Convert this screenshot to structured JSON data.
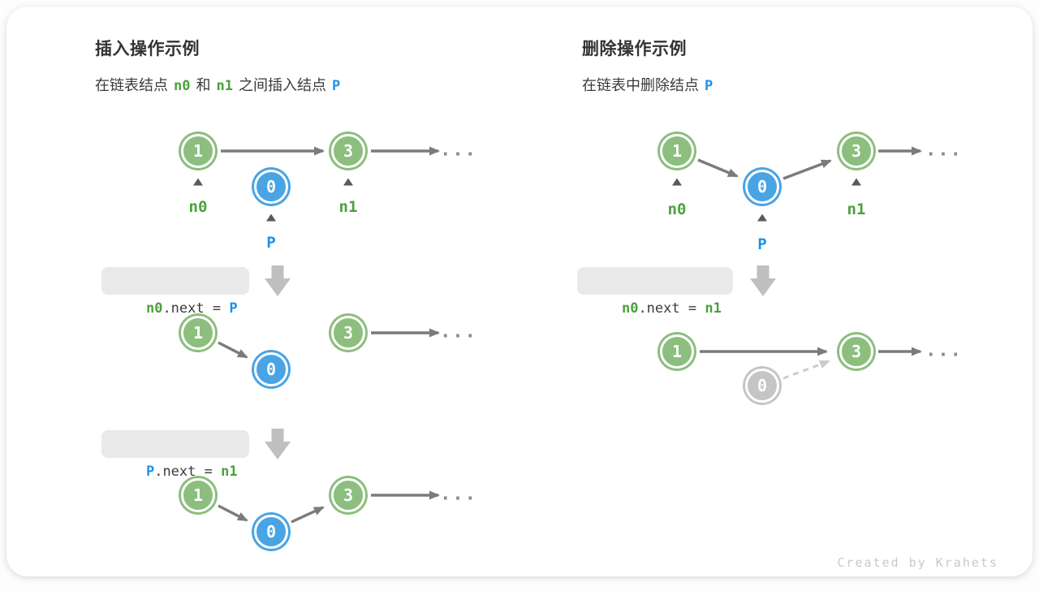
{
  "colors": {
    "green": "#8CBE7E",
    "blue": "#49A4E4",
    "gray-node": "#C5C5C5",
    "green-text": "#4AA13C",
    "blue-text": "#1E90E8",
    "arrow": "#7B7B7B",
    "arrow-light": "#CCCCCC",
    "code-bg": "#E9E9E9",
    "block-arrow": "#BFBFBF",
    "credit": "#C9C9C9"
  },
  "icons": {
    "pointer": "caret-up-icon",
    "step": "down-block-arrow-icon"
  },
  "insert_panel": {
    "title": "插入操作示例",
    "subtitle": {
      "t1": "在链表结点",
      "n0": "n0",
      "t2": "和",
      "n1": "n1",
      "t3": "之间插入结点",
      "p": "P"
    },
    "node_values": {
      "first": "1",
      "inserted": "0",
      "third": "3"
    },
    "pointer_labels": {
      "n0": "n0",
      "n1": "n1",
      "p": "P"
    },
    "ellipsis": "...",
    "code_step1": {
      "lhs": "n0",
      "op": ".next = ",
      "rhs": "P"
    },
    "code_step2": {
      "lhs": "P",
      "op": ".next = ",
      "rhs": "n1"
    }
  },
  "delete_panel": {
    "title": "删除操作示例",
    "subtitle": {
      "t1": "在链表中删除结点",
      "p": "P"
    },
    "node_values": {
      "first": "1",
      "deleted": "0",
      "third": "3"
    },
    "pointer_labels": {
      "n0": "n0",
      "n1": "n1",
      "p": "P"
    },
    "ellipsis": "...",
    "code_step1": {
      "lhs": "n0",
      "op": ".next = ",
      "rhs": "n1"
    }
  },
  "footer": {
    "credit": "Created by Krahets"
  }
}
